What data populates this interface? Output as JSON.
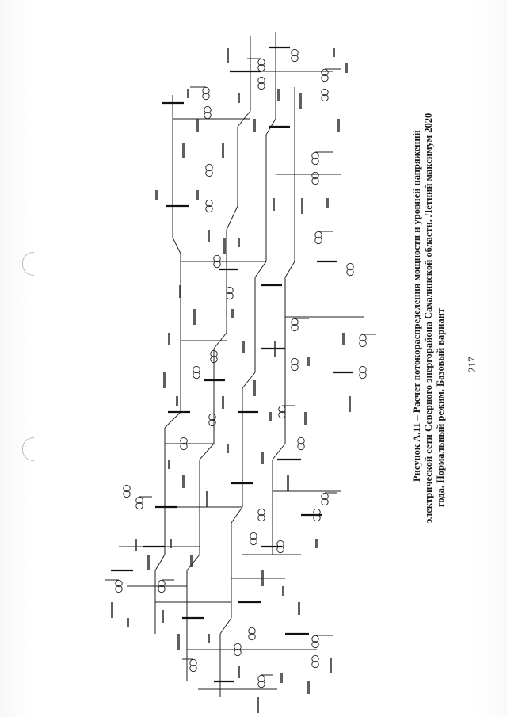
{
  "caption": {
    "line1": "Рисунок А.11 – Расчет потокораспределения мощности и уровней напряжений",
    "line2": "электрической сети Северного энергорайона Сахалинской области. Летний максимум 2020",
    "line3": "года. Нормальный режим. Базовый вариант"
  },
  "page_number": "217"
}
